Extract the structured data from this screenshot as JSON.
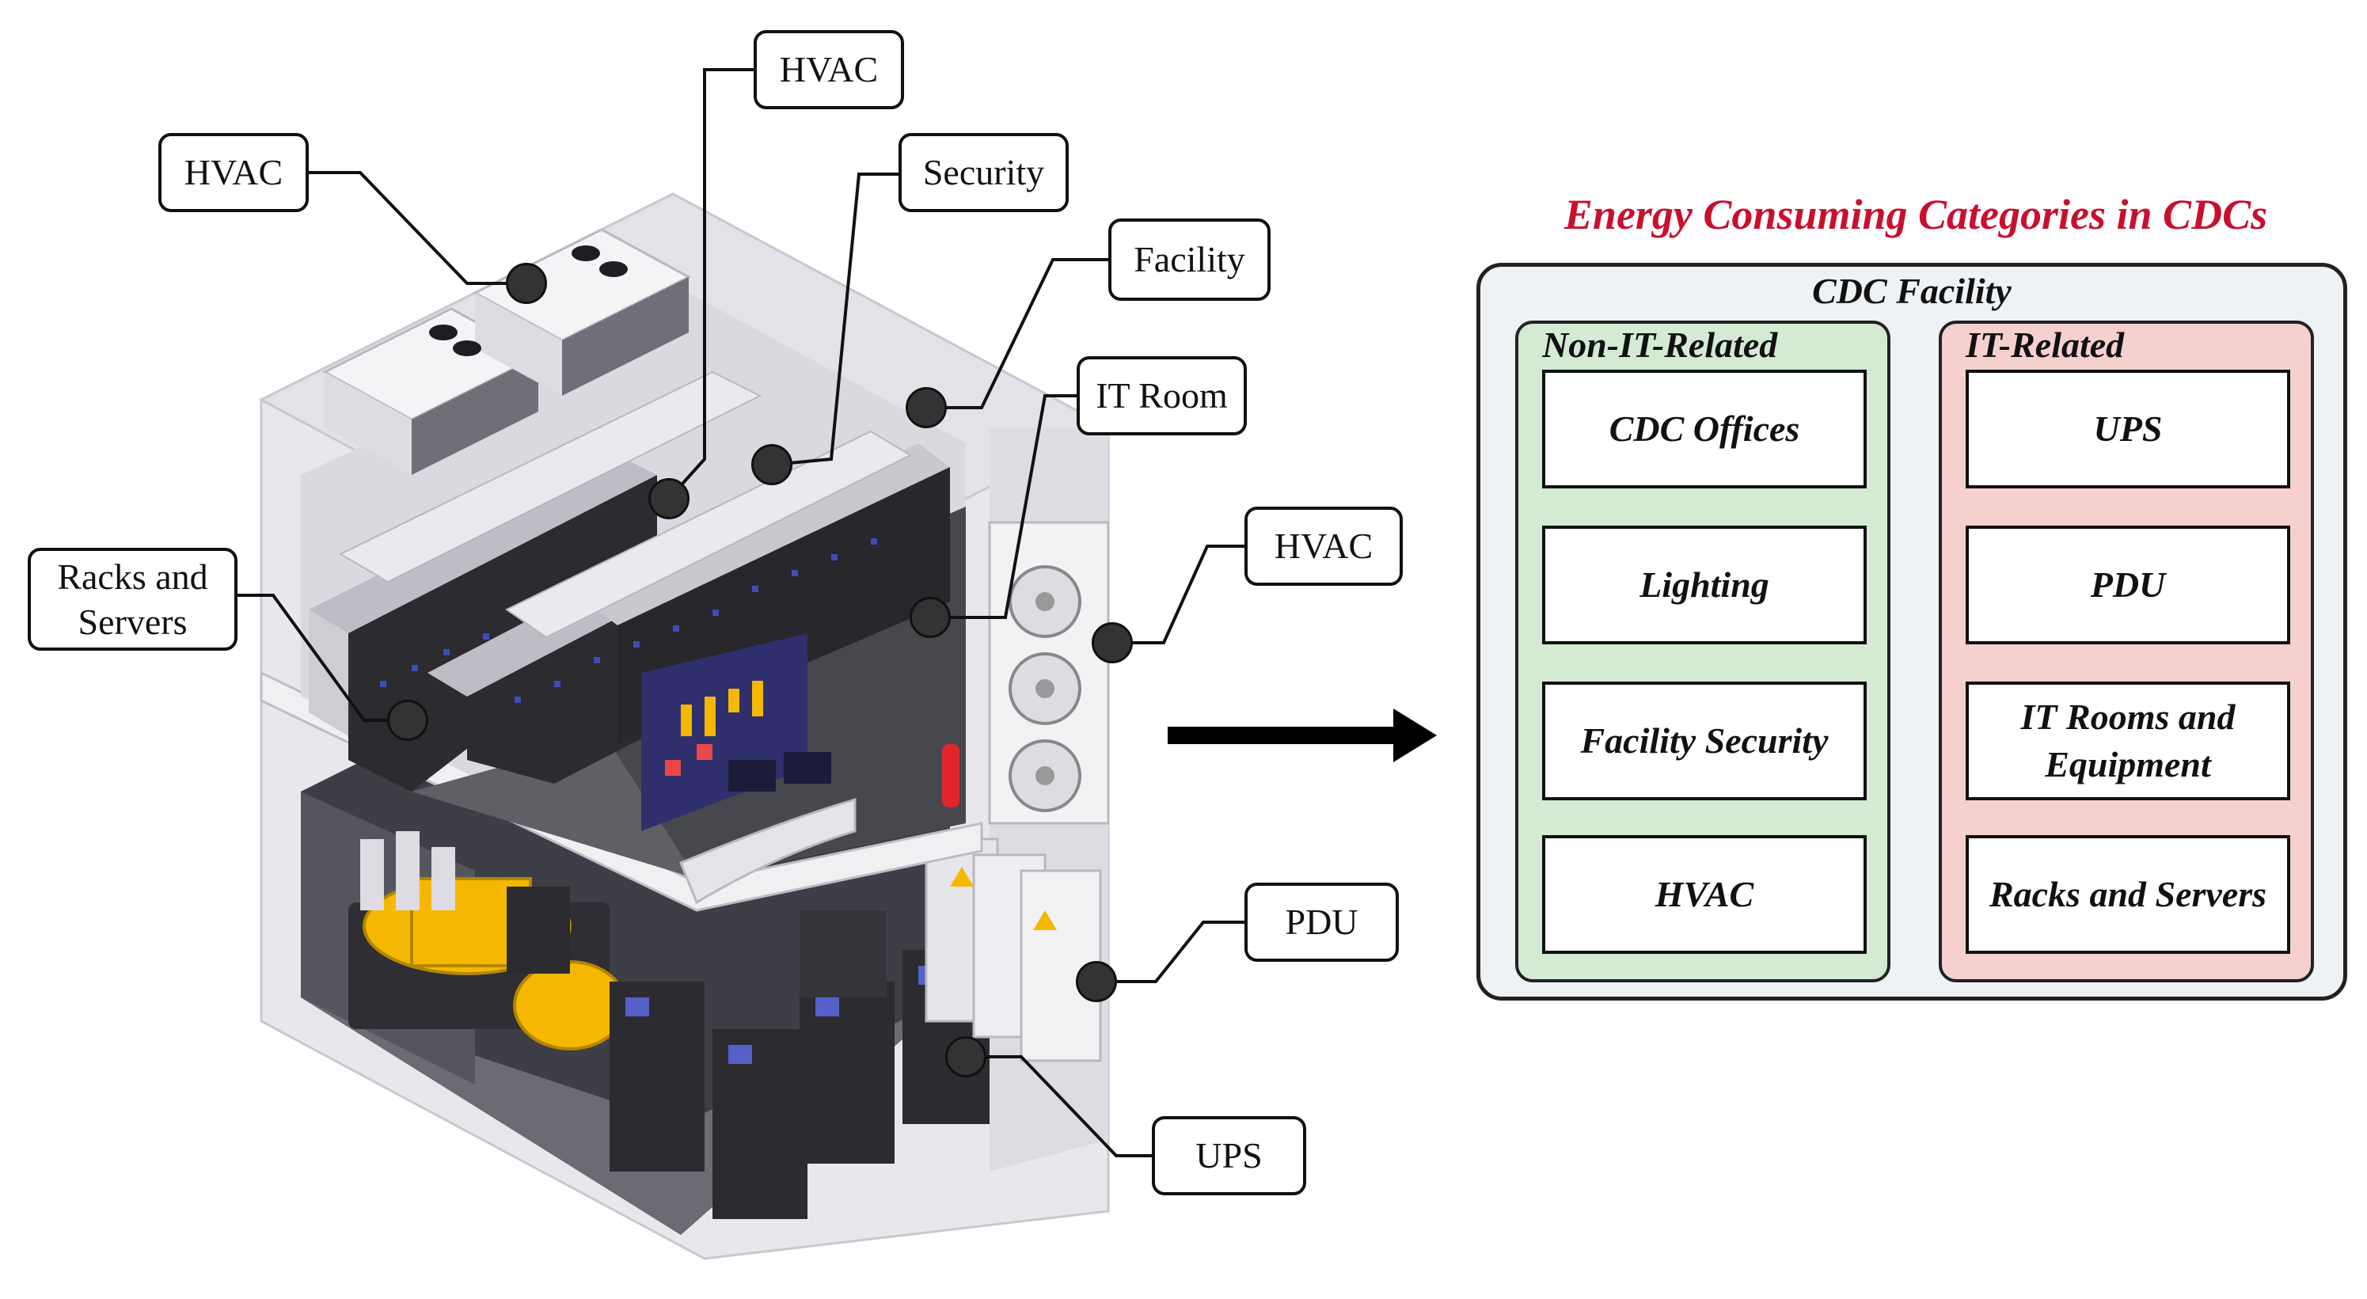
{
  "callouts": [
    {
      "id": "hvac-top-left",
      "label": "HVAC"
    },
    {
      "id": "hvac-top-center",
      "label": "HVAC"
    },
    {
      "id": "security",
      "label": "Security"
    },
    {
      "id": "facility",
      "label": "Facility"
    },
    {
      "id": "it-room",
      "label": "IT Room"
    },
    {
      "id": "hvac-right",
      "label": "HVAC"
    },
    {
      "id": "racks-servers",
      "label": "Racks and Servers"
    },
    {
      "id": "pdu",
      "label": "PDU"
    },
    {
      "id": "ups",
      "label": "UPS"
    }
  ],
  "panel": {
    "title": "Energy Consuming Categories in CDCs",
    "facility_label": "CDC Facility",
    "groups": [
      {
        "title": "Non-IT-Related",
        "items": [
          "CDC Offices",
          "Lighting",
          "Facility Security",
          "HVAC"
        ]
      },
      {
        "title": "IT-Related",
        "items": [
          "UPS",
          "PDU",
          "IT Rooms and Equipment",
          "Racks and Servers"
        ]
      }
    ]
  },
  "colors": {
    "title_red": "#c8102e",
    "non_it_fill": "#d4ead3",
    "it_fill": "#f6cfcf",
    "facility_fill": "#eef2f4",
    "machine_yellow": "#f5b800",
    "rack_dark": "#2b2b30",
    "floor_grey": "#5f5f66"
  }
}
